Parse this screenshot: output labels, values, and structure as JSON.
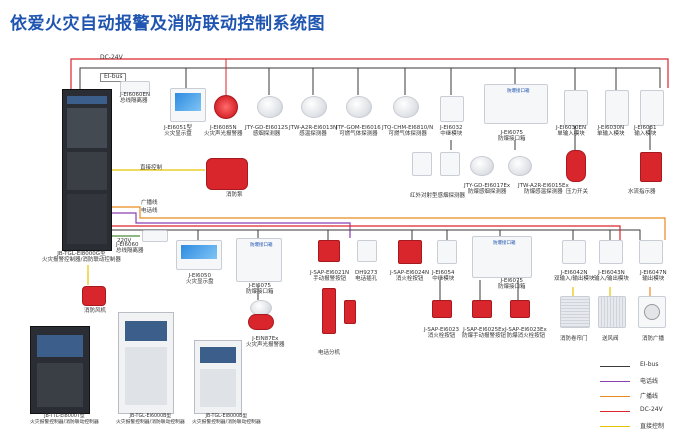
{
  "title": "依爱火灾自动报警及消防联动控制系统图",
  "bus_labels": {
    "dc24v": "DC-24V",
    "eibus": "EI-bus",
    "ac220": "220V",
    "direct_control": "直接控制",
    "broadcast_line": "广播线",
    "phone_line": "电话线"
  },
  "devices": {
    "ei6060en": "J-EI6060EN\n总线隔离器",
    "ei6051": "J-EI6051型\n火灾显示盘",
    "ei6085n": "J-EI6085N\n火灾声光报警器",
    "jtygd6012s": "JTY-GD-EI6012S\n感烟探测器",
    "jtwa2r6013n": "JTW-A2R-EI6013N\n感温探测器",
    "jtfgom6016": "JTF-GOM-EI6016\n可燃气体探测器",
    "jtqchm": "JTQ-CHM-EI6810/N\n可燃气体探测器",
    "ei6032": "J-EI6032\n中继模块",
    "ei6075_top": "J-EI6075\n防爆接口箱",
    "ei6030en": "J-EI6030EN\n单输入模块",
    "ei6030n": "J-EI6030N\n单输入模块",
    "ei6031": "J-EI6031\n输入模块",
    "infrared": "红外对射型感烟探测器",
    "jtygd6017ex": "JTY-GD-EI6017Ex\n防爆感烟探测器",
    "jtwa2r6015ex": "JTW-A2R-EI6015Ex\n防爆感温探测器",
    "pressure_switch": "压力开关",
    "water_flow": "水流指示器",
    "fire_pump": "消防泵",
    "controller": "JB-TGL-EI8000G型\n火灾报警控制器/消防联动控制器",
    "ei6060": "J-EI6060\n总线隔离器",
    "smoke_fan": "消防风机",
    "ei6050": "J-EI6050\n火灾显示盘",
    "ei6075_mid": "J-EI6075\n防爆接口箱",
    "ein87ex": "J-EIN87Ex\n火灾声光报警器",
    "sap6021n": "J-SAP-EI6021N\n手动报警按钮",
    "dh9273": "DH9273\n电话插孔",
    "sap6024n": "J-SAP-EI6024N\n消火栓按钮",
    "ei6054": "J-EI6054\n中继模块",
    "ei6075_right": "J-EI6075\n防爆接口箱",
    "ei6042n": "J-EI6042N\n双输入/输出模块",
    "ei6043n": "J-EI6043N\n输入/输出模块",
    "ei6047n": "J-EI6047N\n输出模块",
    "sap6023": "J-SAP-EI6023\n消火栓按钮",
    "sap6025ex": "J-SAP-EI6025Ex\n防爆手动报警按钮",
    "sap6023ex": "J-SAP-EI6023Ex\n防爆消火栓按钮",
    "phone_ext": "电话分机",
    "fire_door": "消防卷帘门",
    "smoke_valve": "送风阀",
    "broadcast_spk": "消防广播",
    "ctrl_a": "JB-TTL-EI8000T型\n火灾报警控制器/消防联动控制器",
    "ctrl_b": "JB-TGL-EI6000B型\n火灾报警控制器/消防联动控制器",
    "ctrl_c": "JB-TGL-EI8000B型\n火灾报警控制器/消防联动控制器"
  },
  "box_labels": {
    "explosion_box": "防爆接口箱"
  },
  "legend": [
    {
      "label": "EI-bus",
      "color": "#3a3a3a"
    },
    {
      "label": "电话线",
      "color": "#8a3fb0"
    },
    {
      "label": "广播线",
      "color": "#e88a1e"
    },
    {
      "label": "DC-24V",
      "color": "#d8262c"
    },
    {
      "label": "直接控制",
      "color": "#e6c300"
    }
  ],
  "colors": {
    "title": "#1f55b0",
    "eibus": "#3a3a3a",
    "phone": "#8a3fb0",
    "broadcast": "#e88a1e",
    "dc24v": "#d8262c",
    "direct": "#e6c300",
    "ac220": "#4a8c3a"
  }
}
